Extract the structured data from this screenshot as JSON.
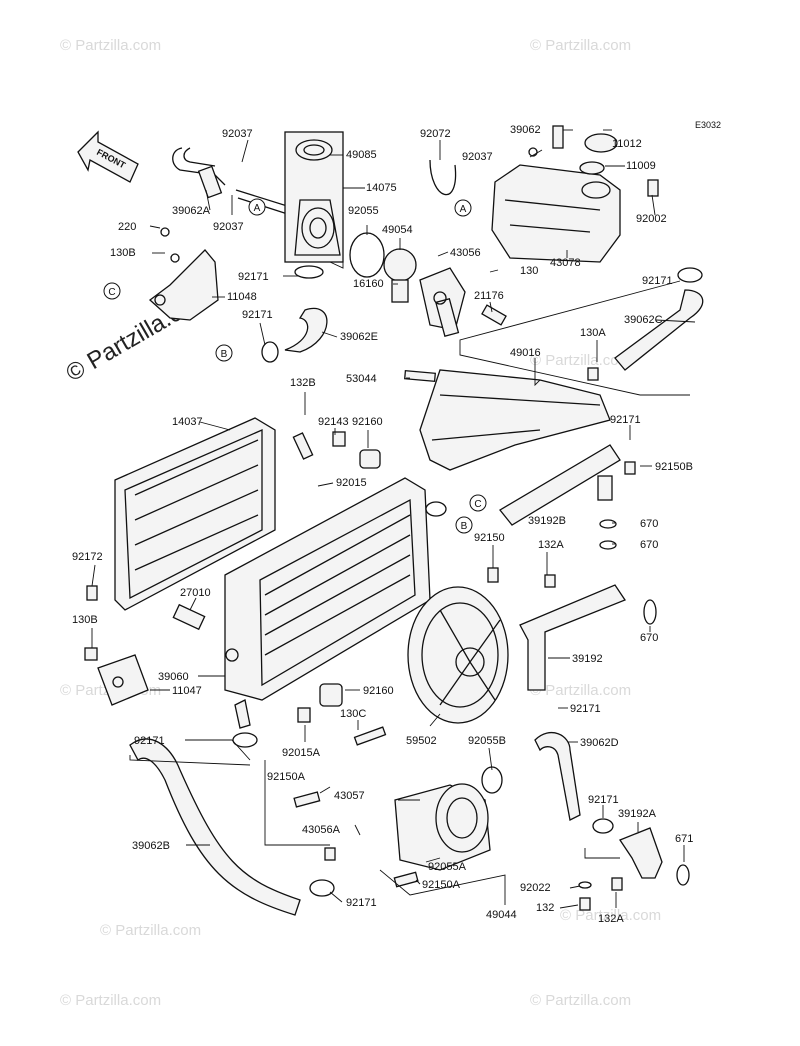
{
  "diagram_code": "E3032",
  "front_label": "FRONT",
  "watermark": "© Partzilla.com",
  "watermark_small": "© Partzilla.com",
  "callouts": {
    "a": "A",
    "b": "B",
    "c": "C"
  },
  "parts": {
    "p92037_top": "92037",
    "p49085": "49085",
    "p14075": "14075",
    "p92072": "92072",
    "p39062": "39062",
    "p11012": "11012",
    "p92037_tank": "92037",
    "p11009": "11009",
    "p92002": "92002",
    "p39062A": "39062A",
    "p92037_mid": "92037",
    "p92055": "92055",
    "p49054": "49054",
    "p43056": "43056",
    "p130": "130",
    "p43078": "43078",
    "p220": "220",
    "p130B_top": "130B",
    "p92171_a": "92171",
    "p11048": "11048",
    "p16160": "16160",
    "p21176": "21176",
    "p92171_right": "92171",
    "p92171_b": "92171",
    "p39062E": "39062E",
    "p39062C": "39062C",
    "p130A": "130A",
    "p49016": "49016",
    "p53044": "53044",
    "p132B": "132B",
    "p92143": "92143",
    "p14037": "14037",
    "p92160_top": "92160",
    "p92171_c": "92171",
    "p92150B": "92150B",
    "p92015": "92015",
    "p39192B": "39192B",
    "p670_a": "670",
    "p670_b": "670",
    "p92150": "92150",
    "p132A_mid": "132A",
    "p92172": "92172",
    "p27010": "27010",
    "p130B_low": "130B",
    "p670_c": "670",
    "p39192": "39192",
    "p39060": "39060",
    "p11047": "11047",
    "p92160_low": "92160",
    "p92171_d": "92171",
    "p92015A": "92015A",
    "p130C": "130C",
    "p59502": "59502",
    "p92055B": "92055B",
    "p39062D": "39062D",
    "p92171_e": "92171",
    "p92150A_a": "92150A",
    "p43057": "43057",
    "p92171_f": "92171",
    "p39192A": "39192A",
    "p43056A": "43056A",
    "p671": "671",
    "p39062B": "39062B",
    "p92055A": "92055A",
    "p92150A_b": "92150A",
    "p92022": "92022",
    "p92171_g": "92171",
    "p132": "132",
    "p132A_low": "132A",
    "p49044": "49044"
  }
}
